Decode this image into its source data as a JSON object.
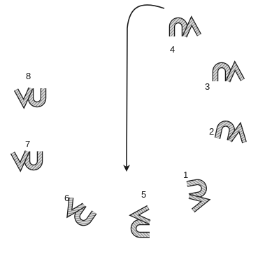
{
  "figures": [
    {
      "label": "4",
      "icon": "u-v-glyph"
    },
    {
      "label": "3",
      "icon": "u-v-glyph"
    },
    {
      "label": "2",
      "icon": "u-v-glyph"
    },
    {
      "label": "1",
      "icon": "u-v-glyph"
    },
    {
      "label": "5",
      "icon": "u-v-glyph"
    },
    {
      "label": "6",
      "icon": "u-v-glyph"
    },
    {
      "label": "7",
      "icon": "u-v-glyph"
    },
    {
      "label": "8",
      "icon": "u-v-glyph"
    }
  ],
  "colors": {
    "glyph_fill": "#8a8a8a",
    "outline": "#1a1a1a",
    "arrow": "#1a1a1a"
  }
}
